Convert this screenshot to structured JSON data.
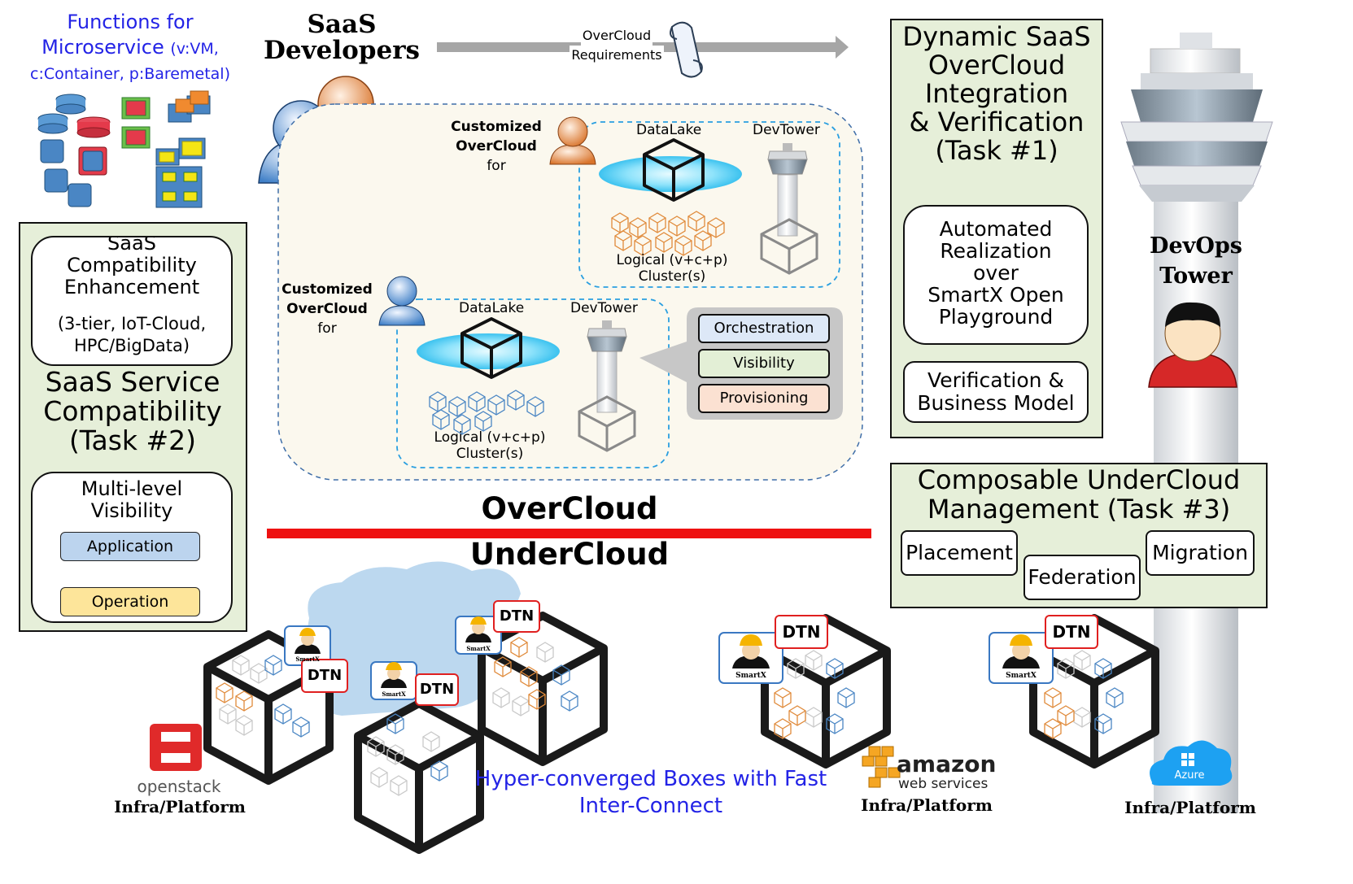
{
  "microservice": {
    "title_line1": "Functions for",
    "title_line2": "Microservice",
    "title_suffix": "(v:VM,",
    "title_line3": "c:Container, p:Baremetal)"
  },
  "developers": {
    "label_line1": "SaaS",
    "label_line2": "Developers"
  },
  "requirements": {
    "label_line1": "OverCloud",
    "label_line2": "Requirements"
  },
  "task1": {
    "title_line1": "Dynamic SaaS",
    "title_line2": "OverCloud",
    "title_line3": "Integration",
    "title_line4": "& Verification",
    "title_line5": "(Task #1)",
    "box1_line1": "Automated",
    "box1_line2": "Realization",
    "box1_line3": "over",
    "box1_line4": "SmartX Open",
    "box1_line5": "Playground",
    "box2_line1": "Verification &",
    "box2_line2": "Business Model"
  },
  "devops_tower": {
    "label_line1": "DevOps",
    "label_line2": "Tower"
  },
  "task2": {
    "box1_line1": "SaaS",
    "box1_line2": "Compatibility",
    "box1_line3": "Enhancement",
    "box1_line4": "(3-tier, IoT-Cloud,",
    "box1_line5": "HPC/BigData)",
    "title_line1": "SaaS Service",
    "title_line2": "Compatibility",
    "title_line3": "(Task #2)",
    "box2_line1": "Multi-level",
    "box2_line2": "Visibility",
    "application": "Application",
    "operation": "Operation"
  },
  "overcloud_upper": {
    "custom_line1": "Customized",
    "custom_line2": "OverCloud",
    "custom_line3": "for",
    "datalake": "DataLake",
    "devtower": "DevTower",
    "logical_line1": "Logical (v+c+p)",
    "logical_line2": "Cluster(s)"
  },
  "overcloud_lower": {
    "custom_line1": "Customized",
    "custom_line2": "OverCloud",
    "custom_line3": "for",
    "datalake": "DataLake",
    "devtower": "DevTower",
    "logical_line1": "Logical (v+c+p)",
    "logical_line2": "Cluster(s)"
  },
  "functions": {
    "orchestration": "Orchestration",
    "visibility": "Visibility",
    "provisioning": "Provisioning"
  },
  "divider": {
    "overcloud": "OverCloud",
    "undercloud": "UnderCloud"
  },
  "task3": {
    "title_line1": "Composable UnderCloud",
    "title_line2": "Management (Task #3)",
    "placement": "Placement",
    "federation": "Federation",
    "migration": "Migration"
  },
  "undercloud": {
    "dtn": "DTN",
    "smartx": "SmartX",
    "hyperconverged_line1": "Hyper-converged Boxes with Fast",
    "hyperconverged_line2": "Inter-Connect"
  },
  "platforms": {
    "openstack_logo": "openstack",
    "amazon_logo_line1": "amazon",
    "amazon_logo_line2": "web services",
    "azure_logo": "Azure",
    "infra_label": "Infra/Platform"
  },
  "colors": {
    "green_panel": "#e6efd9",
    "blue_text": "#2323e6",
    "red_divider": "#ee1111",
    "cloud_blue": "#bcd8ef",
    "application_fill": "#bcd4ee",
    "operation_fill": "#fde59a",
    "orchestration_fill": "#dde8f7",
    "visibility_fill": "#e3efd6",
    "provisioning_fill": "#fbe1d2",
    "overcloud_bg": "#fbf8ee"
  },
  "icons": [
    "database-icon",
    "container-icon",
    "user-icon",
    "datalake-icon",
    "tower-icon",
    "cube-icon",
    "scroll-icon",
    "worker-icon",
    "cloud-icon",
    "openstack-logo",
    "amazon-logo",
    "azure-logo"
  ]
}
